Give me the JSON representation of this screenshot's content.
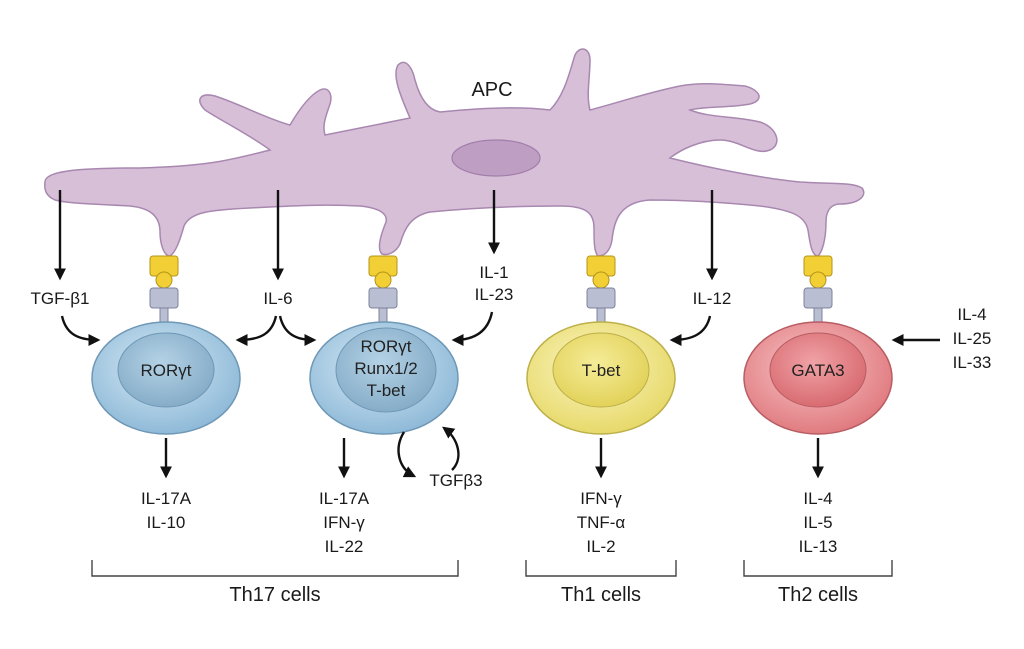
{
  "apc": {
    "label": "APC"
  },
  "inputs": {
    "tgf_b1": "TGF-β1",
    "il6": "IL-6",
    "il1_il23": [
      "IL-1",
      "IL-23"
    ],
    "il12": "IL-12",
    "th2_inputs": [
      "IL-4",
      "IL-25",
      "IL-33"
    ],
    "tgfb3": "TGFβ3"
  },
  "cells": [
    {
      "tf": [
        "RORγt"
      ],
      "outputs": [
        "IL-17A",
        "IL-10"
      ],
      "color": "#a9cde4"
    },
    {
      "tf": [
        "RORγt",
        "Runx1/2",
        "T-bet"
      ],
      "outputs": [
        "IL-17A",
        "IFN-γ",
        "IL-22"
      ],
      "color": "#a9cde4"
    },
    {
      "tf": [
        "T-bet"
      ],
      "outputs": [
        "IFN-γ",
        "TNF-α",
        "IL-2"
      ],
      "color": "#f3e98a"
    },
    {
      "tf": [
        "GATA3"
      ],
      "outputs": [
        "IL-4",
        "IL-5",
        "IL-13"
      ],
      "color": "#ee9a9c"
    }
  ],
  "groups": [
    "Th17 cells",
    "Th1 cells",
    "Th2 cells"
  ],
  "colors": {
    "apc_fill": "#d8bfd8",
    "apc_stroke": "#a888b0",
    "receptor_gold": "#f1cf35",
    "receptor_grey": "#b9bed2"
  }
}
